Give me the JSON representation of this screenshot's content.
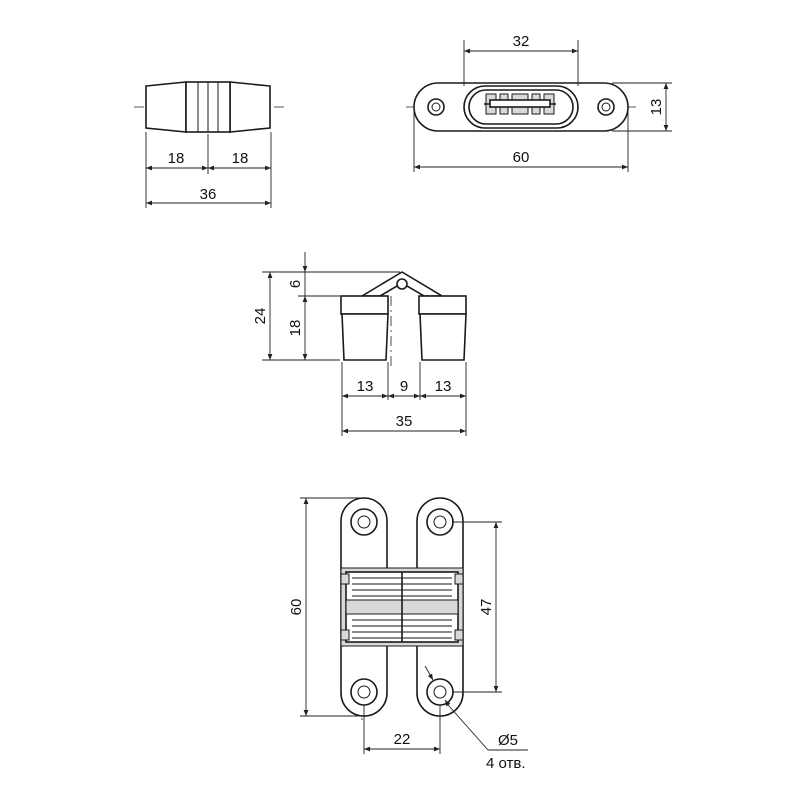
{
  "top_left_view": {
    "dim_left": "18",
    "dim_right": "18",
    "dim_total": "36"
  },
  "top_right_view": {
    "dim_body_width": "32",
    "dim_total_length": "60",
    "dim_height": "13"
  },
  "middle_view": {
    "dim_total_height": "24",
    "dim_top": "6",
    "dim_body": "18",
    "dim_left": "13",
    "dim_gap": "9",
    "dim_right": "13",
    "dim_total_width": "35"
  },
  "bottom_view": {
    "dim_total_height": "60",
    "dim_hole_spacing": "47",
    "dim_width": "22",
    "dim_hole_diameter": "Ø5",
    "dim_hole_count": "4 отв."
  }
}
